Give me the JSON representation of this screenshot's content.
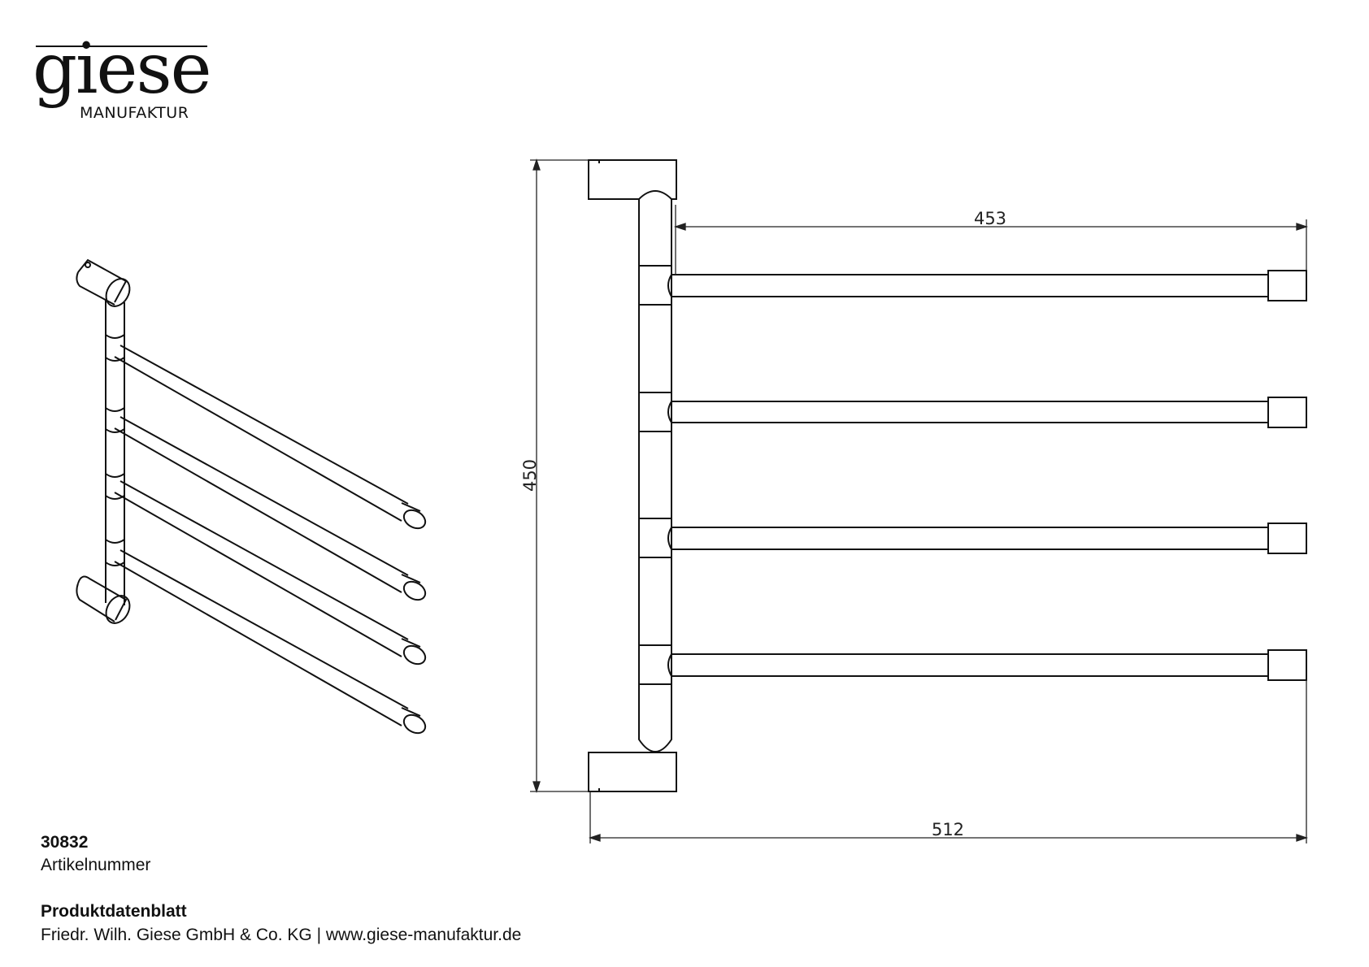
{
  "logo": {
    "wordmark": "giese",
    "subtitle": "MANUFAKTUR"
  },
  "dimensions": {
    "height": "450",
    "arm_length": "453",
    "total_width": "512"
  },
  "article": {
    "number": "30832",
    "label": "Artikelnummer"
  },
  "footer": {
    "title": "Produktdatenblatt",
    "company": "Friedr. Wilh. Giese GmbH & Co. KG | www.giese-manufaktur.de"
  },
  "colors": {
    "line": "#111111",
    "dimension": "#222222"
  }
}
